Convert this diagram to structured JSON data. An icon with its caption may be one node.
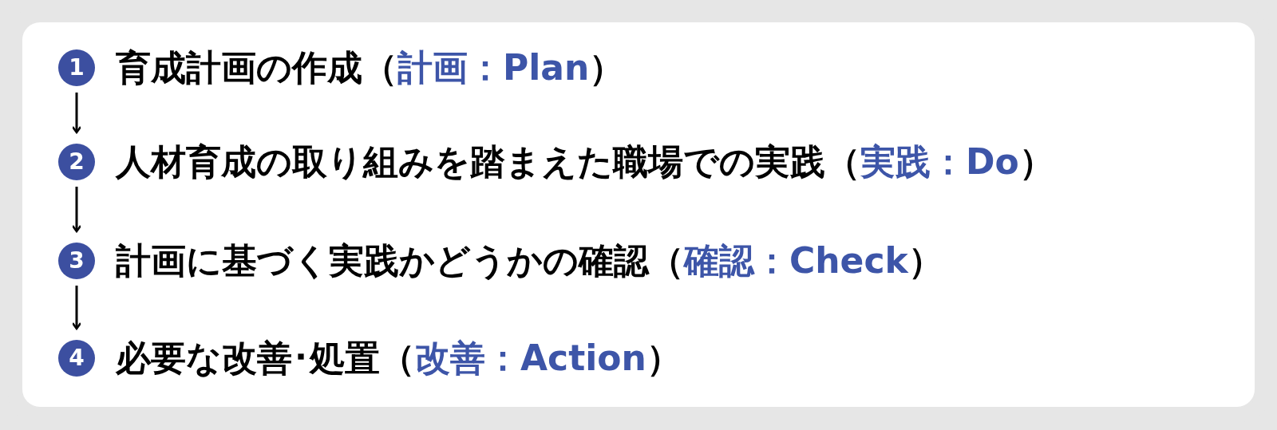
{
  "diagram": {
    "nodes": [
      {
        "text": [
          "1"
        ],
        "beside": [
          "育成計画の作成（",
          "計画：Plan",
          "）"
        ]
      },
      {
        "text": [
          "2"
        ],
        "beside": [
          "人材育成の取り組みを踏まえた職場での実践（",
          "実践：Do",
          "）"
        ]
      },
      {
        "text": [
          "3"
        ],
        "beside": [
          "計画に基づく実践かどうかの確認（",
          "確認：Check",
          "）"
        ]
      },
      {
        "text": [
          "4"
        ],
        "beside": [
          "必要な改善･処置（",
          "改善：Action",
          "）"
        ]
      }
    ],
    "edges": [
      {
        "from": 0,
        "to": 1,
        "arrow": "to"
      },
      {
        "from": 1,
        "to": 2,
        "arrow": "to"
      },
      {
        "from": 2,
        "to": 3,
        "arrow": "to"
      }
    ]
  }
}
